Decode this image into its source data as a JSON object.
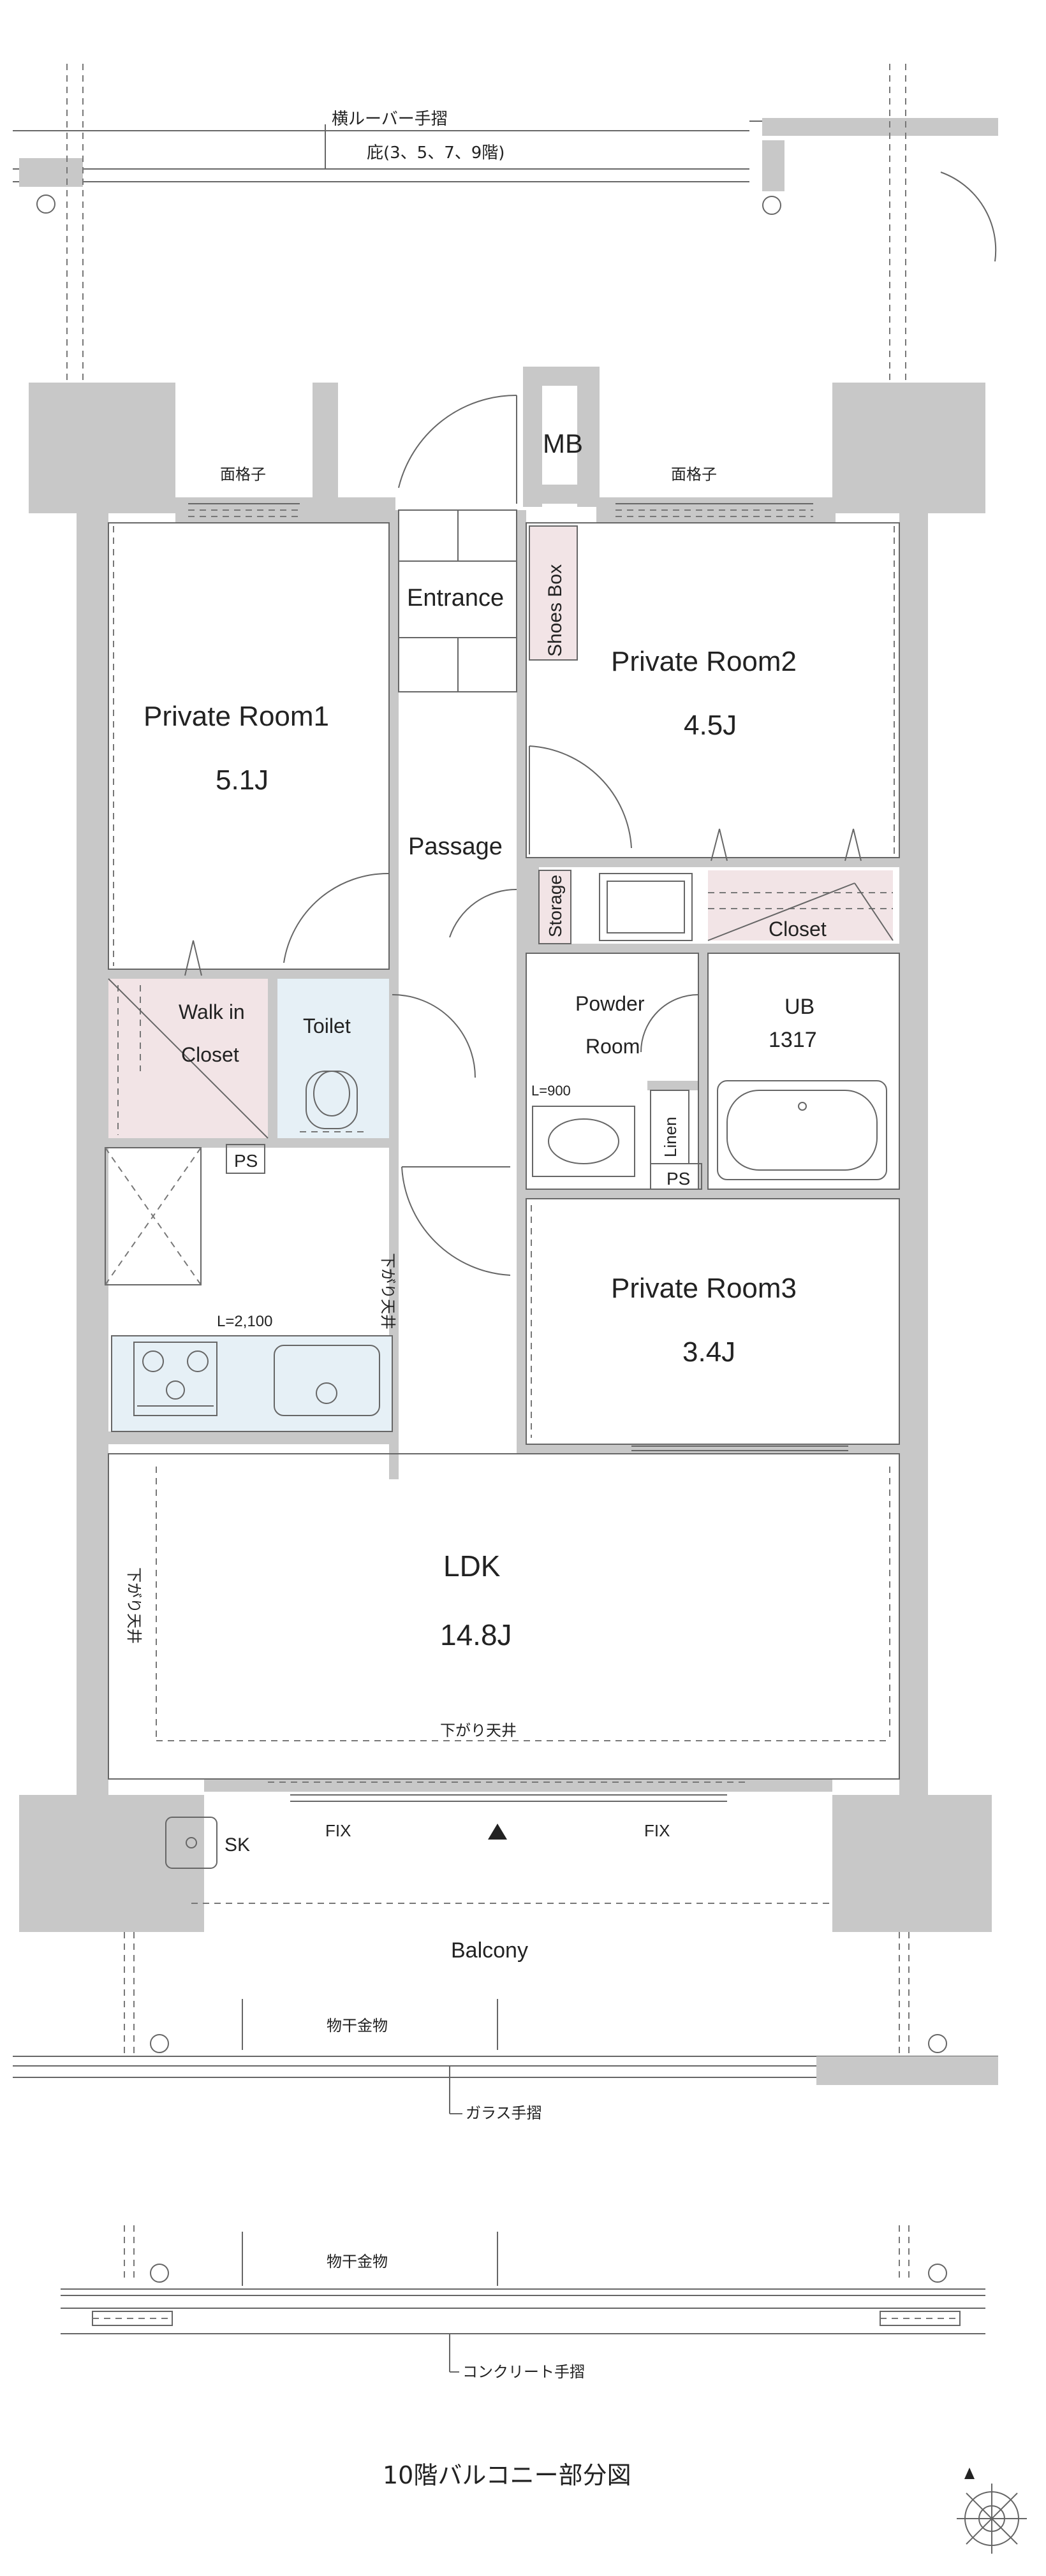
{
  "top_labels": {
    "louver_rail": "横ルーバー手摺",
    "eaves": "庇(3、5、7、9階)",
    "lattice_left": "面格子",
    "lattice_right": "面格子"
  },
  "rooms": {
    "mb": "MB",
    "entrance": "Entrance",
    "shoes_box": "Shoes Box",
    "private_room1": {
      "name": "Private Room1",
      "size": "5.1J"
    },
    "private_room2": {
      "name": "Private Room2",
      "size": "4.5J"
    },
    "private_room3": {
      "name": "Private Room3",
      "size": "3.4J"
    },
    "passage": "Passage",
    "storage": "Storage",
    "closet": "Closet",
    "walk_in_line1": "Walk in",
    "walk_in_line2": "Closet",
    "toilet": "Toilet",
    "powder_line1": "Powder",
    "powder_line2": "Room",
    "ub_line1": "UB",
    "ub_line2": "1317",
    "linen": "Linen",
    "ps_left": "PS",
    "ps_right": "PS",
    "ldk": {
      "name": "LDK",
      "size": "14.8J"
    },
    "balcony": "Balcony",
    "sk": "SK"
  },
  "notes": {
    "l900": "L=900",
    "l2100": "L=2,100",
    "lowered_ceiling_kitchen": "下がり天井",
    "lowered_ceiling_left": "下がり天井",
    "lowered_ceiling_ldk": "下がり天井",
    "fix_left": "FIX",
    "fix_right": "FIX",
    "drying_hardware_1": "物干金物",
    "glass_rail": "ガラス手摺",
    "drying_hardware_2": "物干金物",
    "concrete_rail": "コンクリート手摺",
    "tenth_floor_caption": "10階バルコニー部分図"
  }
}
